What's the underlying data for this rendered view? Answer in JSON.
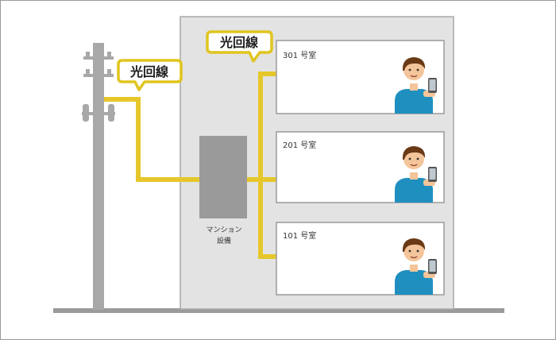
{
  "callouts": [
    {
      "text": "光回線"
    },
    {
      "text": "光回線"
    }
  ],
  "equipment_label": [
    "マンション",
    "設備"
  ],
  "rooms": [
    {
      "label": "301 号室"
    },
    {
      "label": "201 号室"
    },
    {
      "label": "101 号室"
    }
  ],
  "colors": {
    "fiber": "#e6c72a",
    "callout_border": "#e0c51f",
    "building": "#e3e3e3",
    "building_border": "#a8a8a8",
    "pole": "#a8a8a8",
    "equipment": "#9a9a9a",
    "ground": "#9a9a9a",
    "shirt": "#1f8fc0",
    "hair": "#6a3a16",
    "skin": "#f4c59a"
  },
  "icons": [
    "utility-pole-icon",
    "smartphone-icon",
    "person-icon"
  ]
}
